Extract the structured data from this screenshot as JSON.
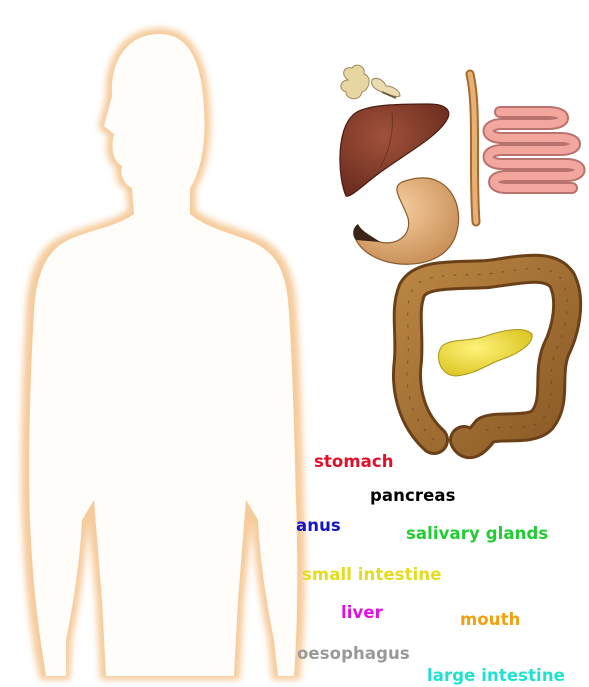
{
  "labels": {
    "stomach": "stomach",
    "pancreas": "pancreas",
    "anus": "anus",
    "salivary_glands": "salivary glands",
    "small_intestine": "small intestine",
    "liver": "liver",
    "mouth": "mouth",
    "oesophagus": "oesophagus",
    "large_intestine": "large intestine"
  },
  "colors": {
    "stomach": "#e0102a",
    "pancreas": "#000000",
    "anus": "#1414c8",
    "salivary_glands": "#22cc33",
    "small_intestine": "#e6dc1e",
    "liver": "#e010e0",
    "mouth": "#f0a010",
    "oesophagus": "#999999",
    "large_intestine": "#22e0d0",
    "body_outline": "#f2c690",
    "body_fill": "#fffdf8"
  }
}
